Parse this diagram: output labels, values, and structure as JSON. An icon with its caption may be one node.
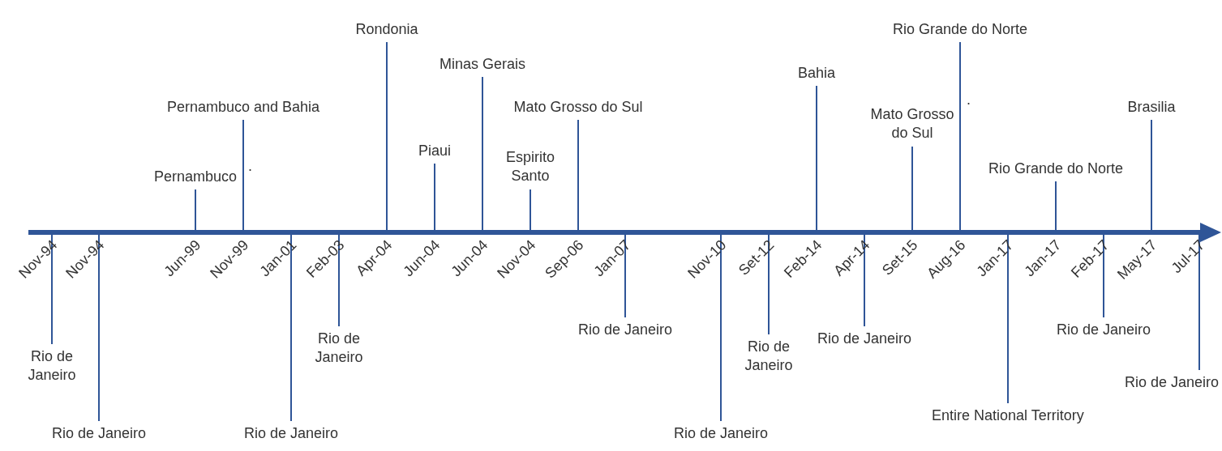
{
  "diagram": {
    "nodes": [
      {
        "text": [],
        "shape": "arrow"
      },
      {
        "text": [
          "Rio de Janeiro"
        ]
      },
      {
        "text": [
          "Rio de Janeiro"
        ]
      },
      {
        "text": [
          "Pernambuco"
        ]
      },
      {
        "text": [
          "Pernambuco and Bahia"
        ]
      },
      {
        "text": [
          "Rio de Janeiro"
        ]
      },
      {
        "text": [
          "Rio de Janeiro"
        ]
      },
      {
        "text": [
          "Rondonia"
        ]
      },
      {
        "text": [
          "Piaui"
        ]
      },
      {
        "text": [
          "Minas Gerais"
        ]
      },
      {
        "text": [
          "Espirito Santo"
        ]
      },
      {
        "text": [
          "Mato Grosso do Sul"
        ]
      },
      {
        "text": [
          "Rio de Janeiro"
        ]
      },
      {
        "text": [
          "Rio de Janeiro"
        ]
      },
      {
        "text": [
          "Rio de Janeiro"
        ]
      },
      {
        "text": [
          "Bahia"
        ]
      },
      {
        "text": [
          "Rio de Janeiro"
        ]
      },
      {
        "text": [
          "Mato Grosso do Sul"
        ]
      },
      {
        "text": [
          "Rio Grande do Norte"
        ]
      },
      {
        "text": [
          "Entire National Territory"
        ]
      },
      {
        "text": [
          "Rio Grande do Norte"
        ]
      },
      {
        "text": [
          "Rio de Janeiro"
        ]
      },
      {
        "text": [
          "Brasilia"
        ]
      },
      {
        "text": [
          "Rio de Janeiro"
        ]
      }
    ],
    "edges": [
      {
        "from": 1,
        "to": 0,
        "arrow": "none"
      },
      {
        "from": 2,
        "to": 0,
        "arrow": "none"
      },
      {
        "from": 3,
        "to": 0,
        "arrow": "none"
      },
      {
        "from": 4,
        "to": 0,
        "arrow": "none"
      },
      {
        "from": 5,
        "to": 0,
        "arrow": "none"
      },
      {
        "from": 6,
        "to": 0,
        "arrow": "none"
      },
      {
        "from": 7,
        "to": 0,
        "arrow": "none"
      },
      {
        "from": 8,
        "to": 0,
        "arrow": "none"
      },
      {
        "from": 9,
        "to": 0,
        "arrow": "none"
      },
      {
        "from": 10,
        "to": 0,
        "arrow": "none"
      },
      {
        "from": 11,
        "to": 0,
        "arrow": "none"
      },
      {
        "from": 12,
        "to": 0,
        "arrow": "none"
      },
      {
        "from": 13,
        "to": 0,
        "arrow": "none"
      },
      {
        "from": 14,
        "to": 0,
        "arrow": "none"
      },
      {
        "from": 15,
        "to": 0,
        "arrow": "none"
      },
      {
        "from": 16,
        "to": 0,
        "arrow": "none"
      },
      {
        "from": 17,
        "to": 0,
        "arrow": "none"
      },
      {
        "from": 18,
        "to": 0,
        "arrow": "none"
      },
      {
        "from": 19,
        "to": 0,
        "arrow": "none"
      },
      {
        "from": 20,
        "to": 0,
        "arrow": "none"
      },
      {
        "from": 21,
        "to": 0,
        "arrow": "none"
      },
      {
        "from": 22,
        "to": 0,
        "arrow": "none"
      },
      {
        "from": 23,
        "to": 0,
        "arrow": "none"
      }
    ],
    "labels": [
      "Nov-94",
      "Nov-94",
      "Jun-99",
      "Nov-99",
      "Jan-01",
      "Feb-03",
      "Apr-04",
      "Jun-04",
      "Jun-04",
      "Nov-04",
      "Sep-06",
      "Jan-07",
      "Nov-10",
      "Set-12",
      "Feb-14",
      "Apr-14",
      "Set-15",
      "Aug-16",
      "Jan-17",
      "Jan-17",
      "Feb-17",
      "May-17",
      "Jul-17",
      ".",
      "."
    ]
  }
}
